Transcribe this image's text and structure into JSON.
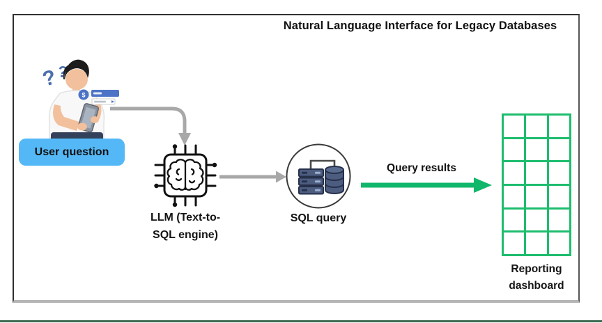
{
  "frame": {
    "title": "Natural Language Interface for Legacy Databases"
  },
  "flow": {
    "user_question": {
      "label": "User question"
    },
    "llm": {
      "line1": "LLM (Text-to-",
      "line2": "SQL engine)"
    },
    "sql_query": {
      "label": "SQL query"
    },
    "query_results": {
      "label": "Query results"
    },
    "reporting": {
      "line1": "Reporting",
      "line2": "dashboard"
    }
  },
  "illustration": {
    "bubble_symbol": "$"
  },
  "icons": {
    "user": "person-with-phone-illustration",
    "llm": "chip-brain-icon",
    "sql": "database-server-icon",
    "dashboard": "grid-table-icon",
    "arrows": [
      "elbow-arrow-gray",
      "straight-arrow-gray",
      "straight-arrow-green"
    ]
  },
  "colors": {
    "badge_blue": "#55b8f6",
    "arrow_gray": "#a8a8a8",
    "result_green": "#10b76a",
    "grid_green": "#1dbd6e",
    "bottom_bar_green": "#3d6b52",
    "db_fill": "#4d5d80",
    "db_outline": "#26304a",
    "text": "#111111"
  }
}
